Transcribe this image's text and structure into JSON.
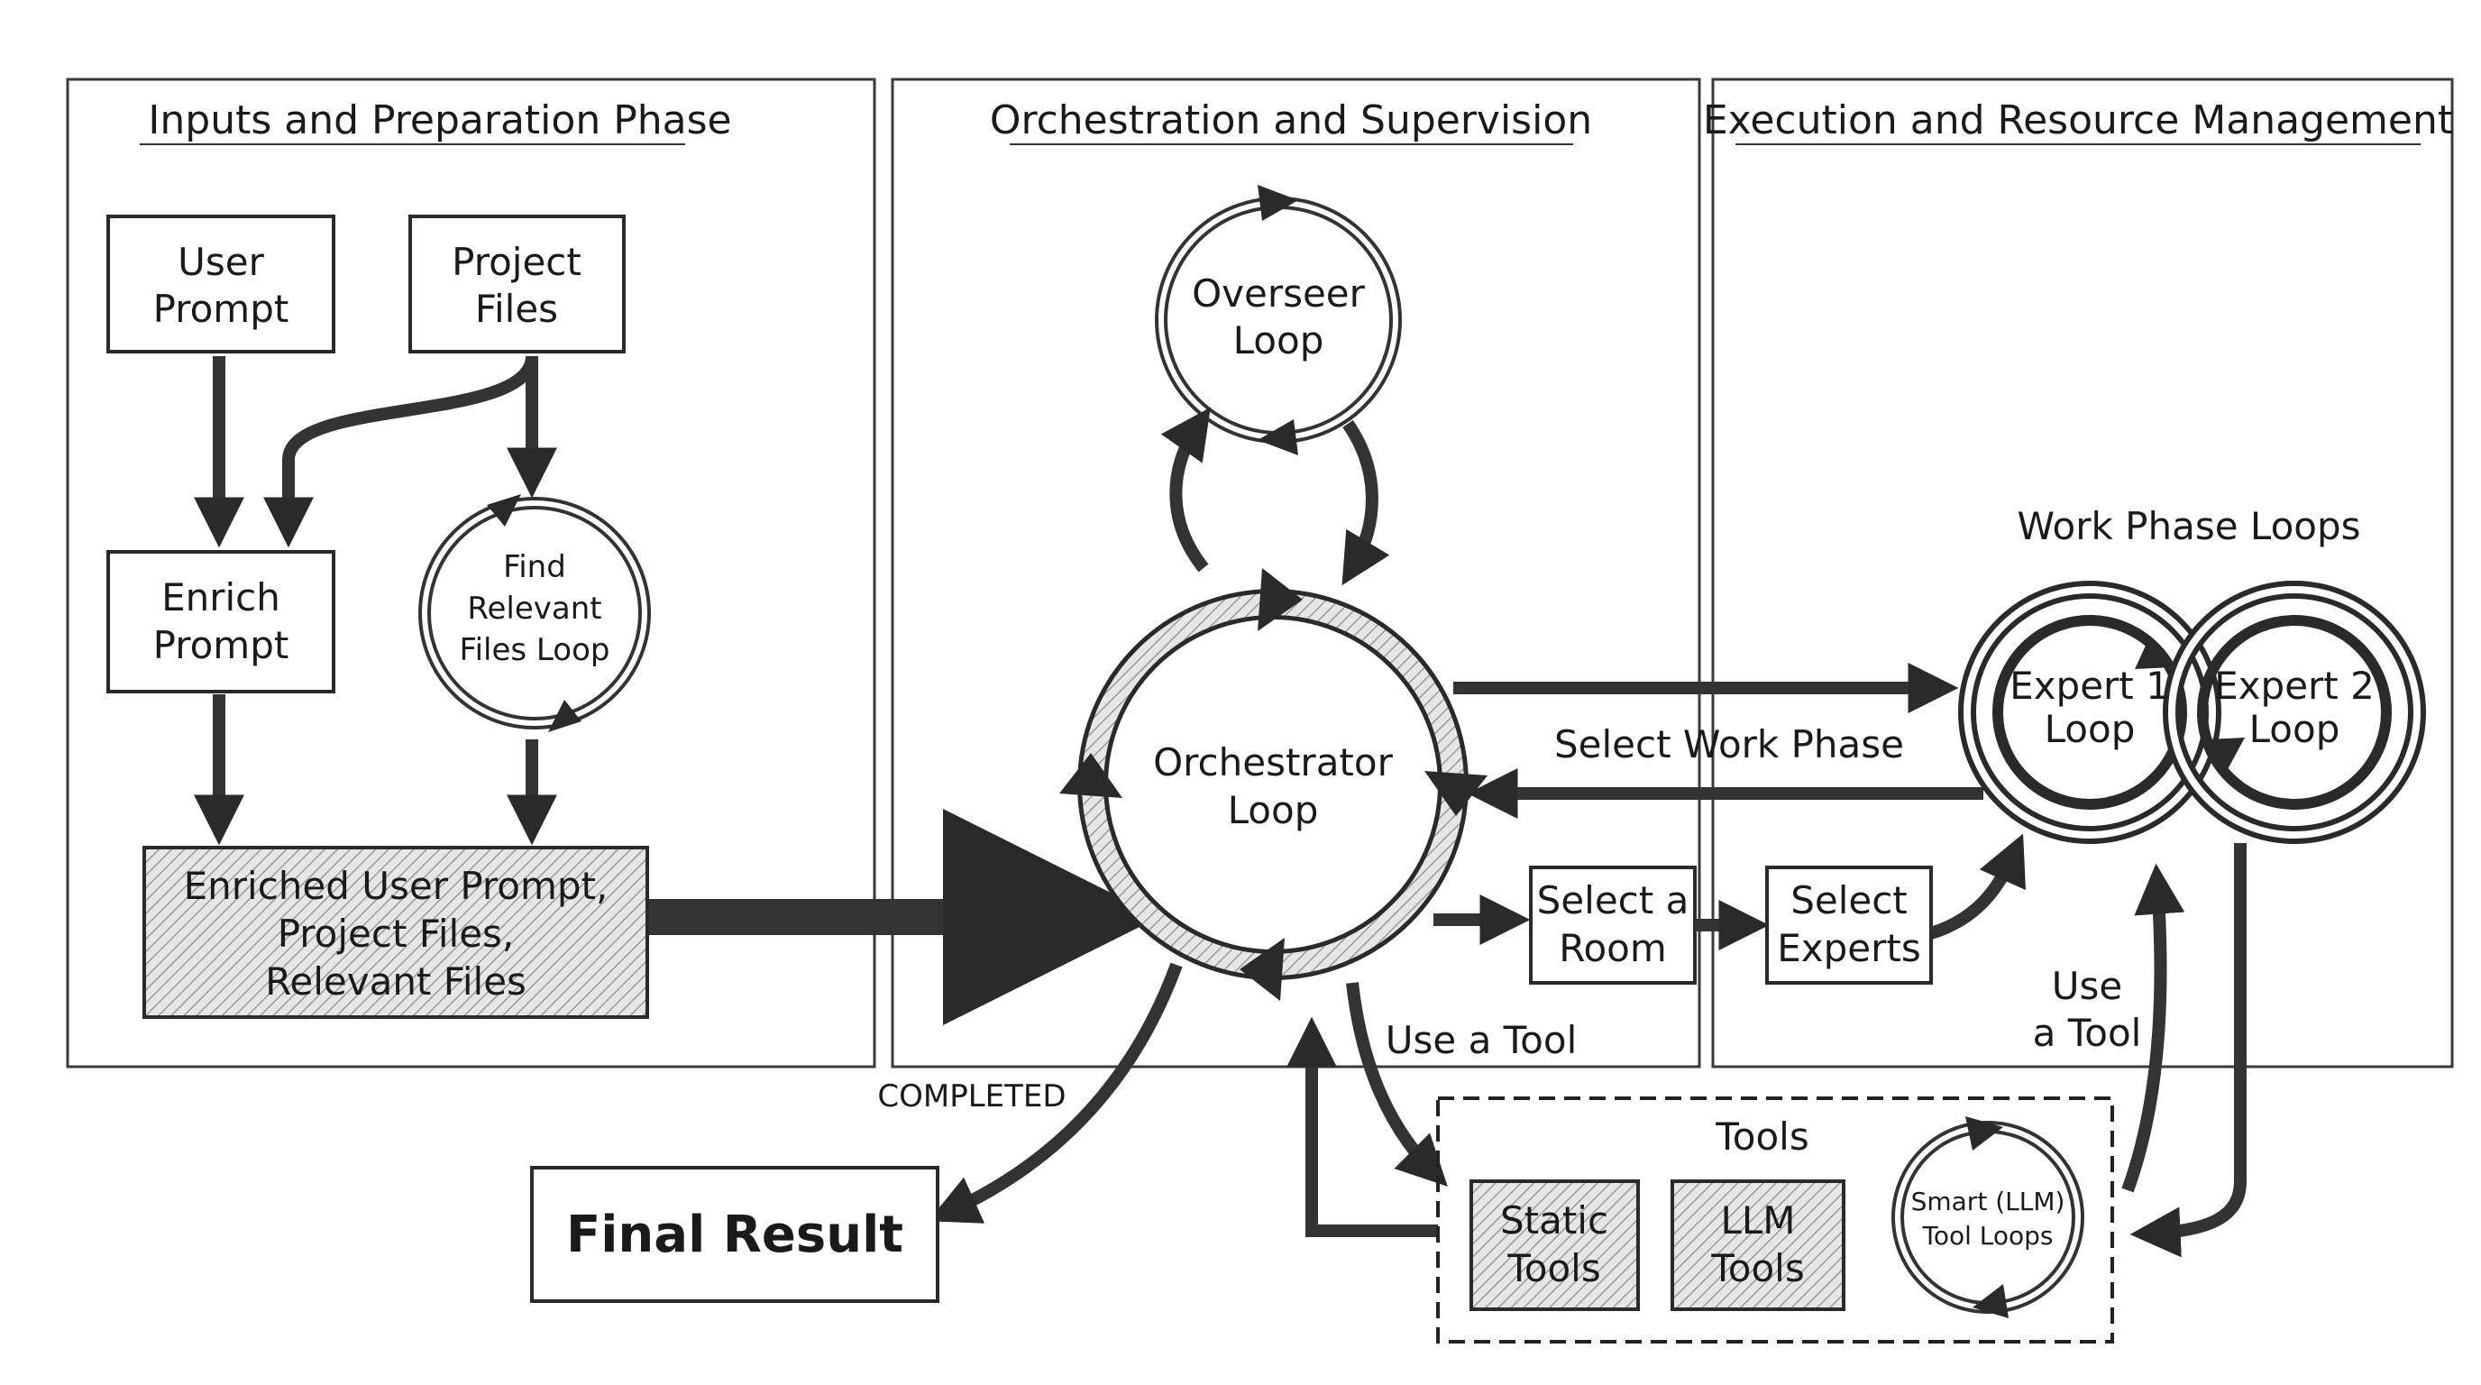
{
  "panels": {
    "inputs": "Inputs and Preparation Phase",
    "orchestration": "Orchestration and Supervision",
    "execution": "Execution and Resource Management"
  },
  "nodes": {
    "user_prompt": [
      "User",
      "Prompt"
    ],
    "project_files": [
      "Project",
      "Files"
    ],
    "enrich_prompt": [
      "Enrich",
      "Prompt"
    ],
    "find_relevant": [
      "Find",
      "Relevant",
      "Files Loop"
    ],
    "enriched_bundle": [
      "Enriched User Prompt,",
      "Project Files,",
      "Relevant Files"
    ],
    "overseer_loop": [
      "Overseer",
      "Loop"
    ],
    "orchestrator_loop": [
      "Orchestrator",
      "Loop"
    ],
    "select_room": [
      "Select a",
      "Room"
    ],
    "select_experts": [
      "Select",
      "Experts"
    ],
    "work_phase_loops": "Work Phase Loops",
    "expert1": [
      "Expert 1",
      "Loop"
    ],
    "expert2": [
      "Expert 2",
      "Loop"
    ],
    "final_result": "Final Result",
    "tools_title": "Tools",
    "static_tools": [
      "Static",
      "Tools"
    ],
    "llm_tools": [
      "LLM",
      "Tools"
    ],
    "smart_tools": [
      "Smart (LLM)",
      "Tool Loops"
    ]
  },
  "edge_labels": {
    "select_work_phase": "Select Work Phase",
    "use_a_tool_left": "Use a Tool",
    "use_a_tool_right": [
      "Use",
      "a Tool"
    ],
    "completed": "COMPLETED"
  },
  "colors": {
    "ink": "#2a2a2a",
    "shade": "#d9d9d9"
  }
}
